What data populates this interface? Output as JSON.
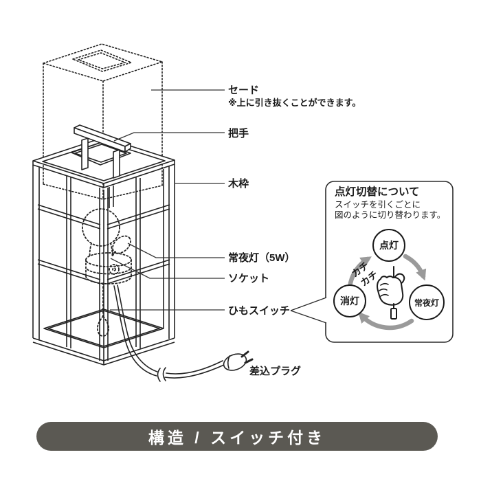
{
  "diagram": {
    "labels": {
      "shade": "セード",
      "shade_note": "※上に引き抜くことができます。",
      "handle": "把手",
      "frame": "木枠",
      "night_light": "常夜灯（5W）",
      "socket": "ソケット",
      "cord_switch": "ひもスイッチ",
      "plug": "差込プラグ"
    }
  },
  "callout": {
    "title": "点灯切替について",
    "desc_line1": "スイッチを引くごとに",
    "desc_line2": "図のように切り替わります。",
    "cycle": {
      "states": [
        "点灯",
        "常夜灯",
        "消灯"
      ],
      "sound1": "カチ",
      "sound2": "カチ"
    }
  },
  "footer": {
    "badge": "構造 / スイッチ付き"
  },
  "colors": {
    "line": "#222222",
    "arrow_gray": "#9a9a9a",
    "badge_bg": "#5b5953",
    "badge_text": "#ffffff"
  }
}
